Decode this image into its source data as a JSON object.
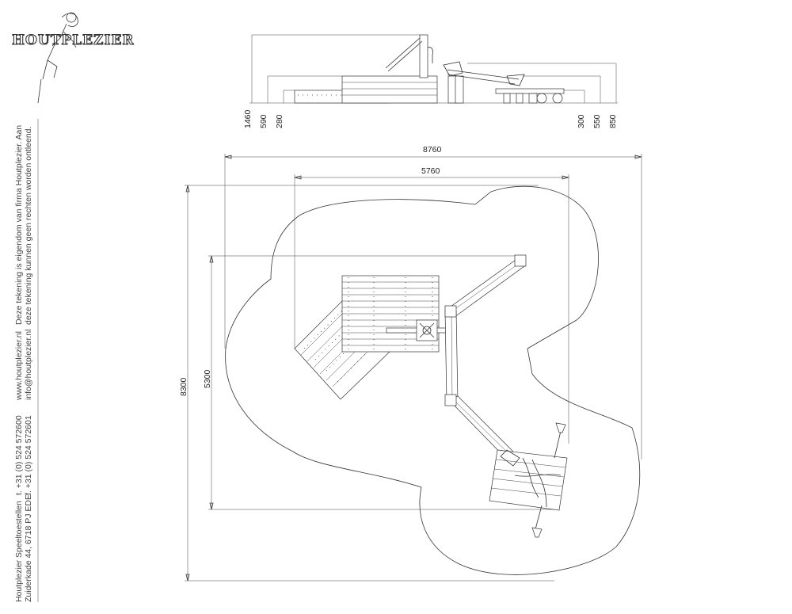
{
  "logo": {
    "text": "HOUTPLEZIER"
  },
  "sidebar": {
    "company": "Houtplezier Speeltoestellen",
    "address": "Zuiderkade 44, 6718 PJ EDE",
    "phone": "t. +31 (0) 524 572600",
    "fax": "f. +31 (0) 524 572601",
    "website": "www.houtplezier.nl",
    "email": "info@houtplezier.nl",
    "copyright_line1": "Deze tekening is eigendom van firma Houtplezier. Aan",
    "copyright_line2": "deze tekening kunnen geen rechten worden ontleend."
  },
  "elevation": {
    "dims_left": [
      "1460",
      "590",
      "280"
    ],
    "dims_right": [
      "300",
      "550",
      "850"
    ]
  },
  "plan": {
    "dims": {
      "overall_width": "8760",
      "inner_width": "5760",
      "overall_height": "8300",
      "inner_height": "5300"
    }
  },
  "colors": {
    "line": "#333333",
    "background": "#ffffff"
  }
}
